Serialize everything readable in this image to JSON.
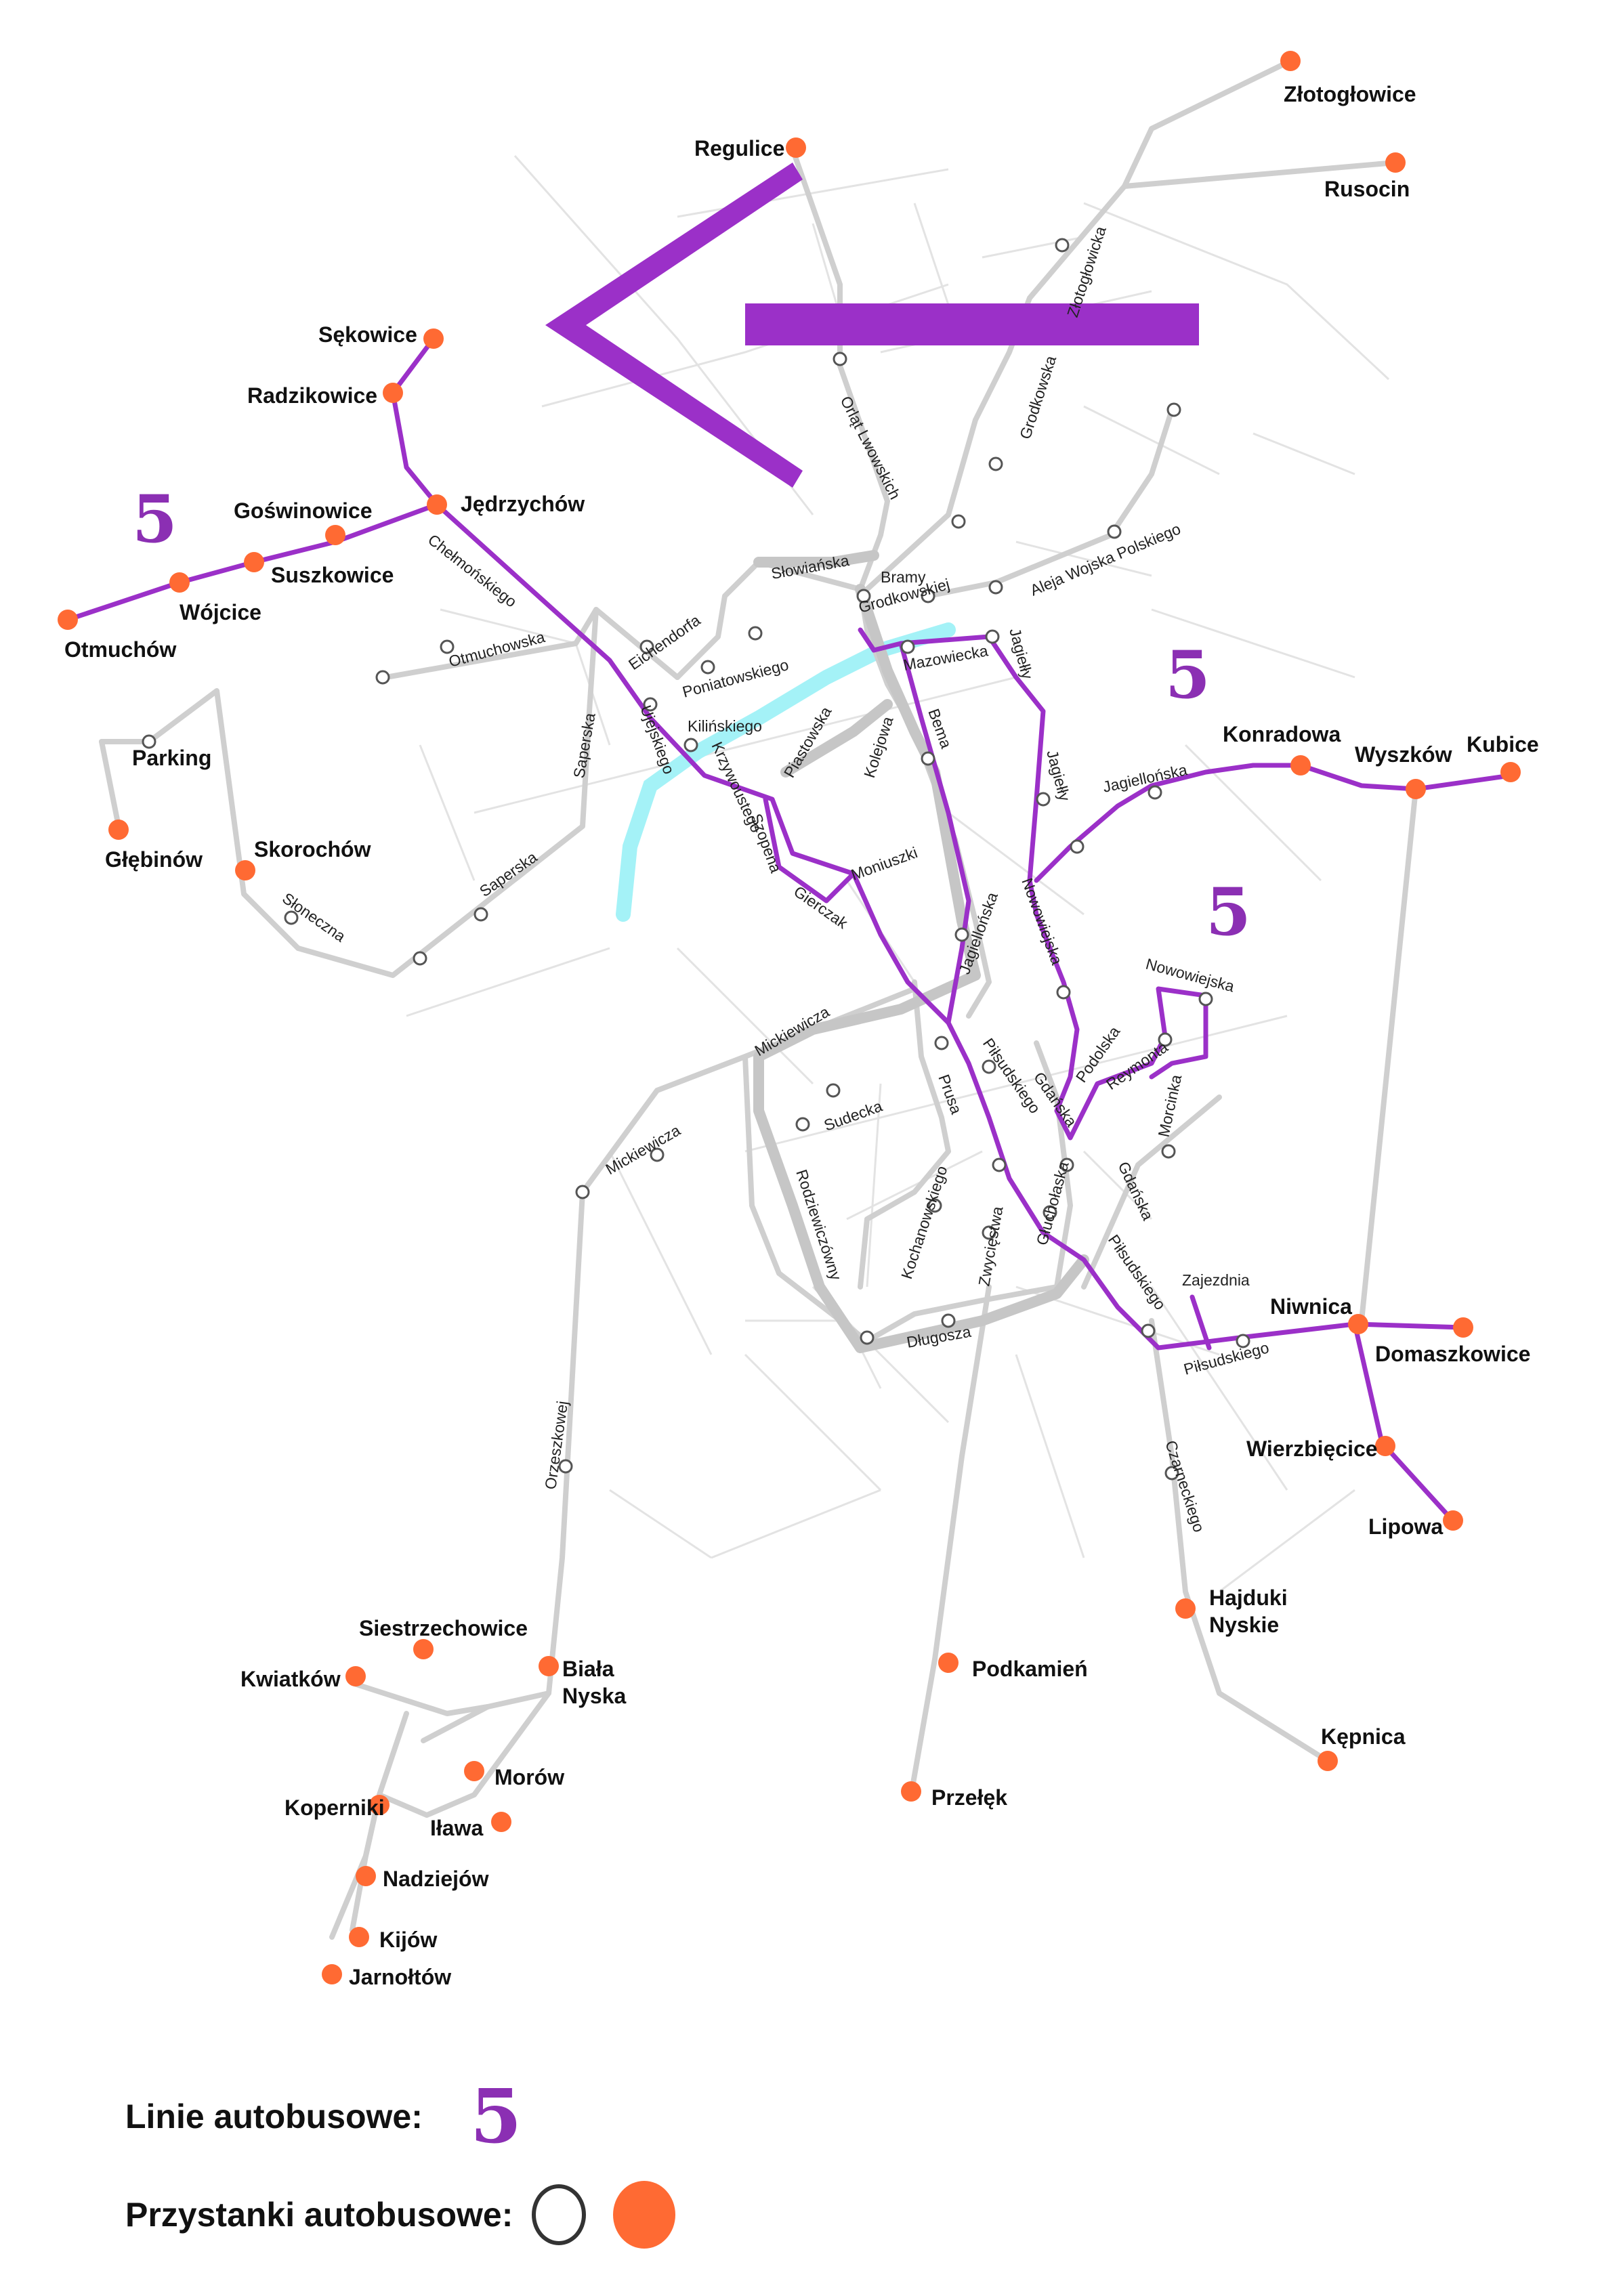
{
  "map": {
    "line_number": "5",
    "colors": {
      "route": "#9b30c8",
      "road": "#cfcfcf",
      "main_road": "#c8c8c8",
      "minor": "#e6e6e6",
      "river": "#9ef0f5",
      "terminal_stop": "#ff6a33",
      "stop_outline": "#444444"
    },
    "terminal_stops": {
      "zlotoglowice": "Złotogłowice",
      "rusocin": "Rusocin",
      "regulice": "Regulice",
      "sekowice": "Sękowice",
      "radzikowice": "Radzikowice",
      "jedrzychow": "Jędrzychów",
      "goswinowice": "Goświnowice",
      "suszkowice": "Suszkowice",
      "wojcice": "Wójcice",
      "otmuchow": "Otmuchów",
      "parking": "Parking",
      "glebinow": "Głębinów",
      "skorochow": "Skorochów",
      "konradowa": "Konradowa",
      "wyszkow": "Wyszków",
      "kubice": "Kubice",
      "niwnica": "Niwnica",
      "domaszkowice": "Domaszkowice",
      "wierzbiecice": "Wierzbięcice",
      "lipowa": "Lipowa",
      "hajduki_1": "Hajduki",
      "hajduki_2": "Nyskie",
      "kepnica": "Kępnica",
      "podkamien": "Podkamień",
      "przelek": "Przełęk",
      "siestrzechowice": "Siestrzechowice",
      "kwiatkow": "Kwiatków",
      "biala_1": "Biała",
      "biala_2": "Nyska",
      "morow": "Morów",
      "koperniki": "Koperniki",
      "ilawa": "Iława",
      "nadziejow": "Nadziejów",
      "kijow": "Kijów",
      "jarnoltow": "Jarnołtów"
    },
    "streets": {
      "zlotoglowicka": "Złotogłowicka",
      "grodkowska": "Grodkowska",
      "orlat": "Orląt Lwowskich",
      "aleja": "Aleja Wojska Polskiego",
      "bramy1": "Bramy",
      "bramy2": "Grodkowskiej",
      "slowianska": "Słowiańska",
      "chelmonskiego": "Chełmońskiego",
      "otmuchowska": "Otmuchowska",
      "eichendorfa": "Eichendorfa",
      "poniatowskiego": "Poniatowskiego",
      "mazowiecka": "Mazowiecka",
      "jagielly1": "Jagiełły",
      "jagielly2": "Jagiełły",
      "jagiellonska_e": "Jagiellońska",
      "jagiellonska_c": "Jagiellońska",
      "kilinskiego": "Kilińskiego",
      "ujejskiego": "Ujejskiego",
      "krzywoustego": "Krzywoustego",
      "piastowska": "Piastowska",
      "kolejowa": "Kolejowa",
      "bema": "Bema",
      "szopena": "Szopena",
      "gierczak": "Gierczak",
      "moniuszki": "Moniuszki",
      "saperska1": "Saperska",
      "saperska2": "Saperska",
      "sloneczna": "Słoneczna",
      "nowowiejska1": "Nowowiejska",
      "nowowiejska2": "Nowowiejska",
      "podolska": "Podolska",
      "reymonta": "Reymonta",
      "morcinka": "Morcinka",
      "mickiewicza1": "Mickiewicza",
      "mickiewicza2": "Mickiewicza",
      "sudecka": "Sudecka",
      "prusa": "Prusa",
      "pilsudskiego1": "Piłsudskiego",
      "gdanska1": "Gdańska",
      "gdanska2": "Gdańska",
      "rodziewiczowny": "Rodziewiczówny",
      "kochanowskiego": "Kochanowskiego",
      "zwyciestwa": "Zwycięstwa",
      "glucholaska": "Głuchołaska",
      "pilsudskiego2": "Piłsudskiego",
      "zajezdnia": "Zajezdnia",
      "pilsudskiego3": "Piłsudskiego",
      "dlugosza": "Długosza",
      "orzeszkowej": "Orzeszkowej",
      "czarneckiego": "Czarneckiego"
    }
  },
  "legend": {
    "bus_lines_label": "Linie autobusowe:",
    "bus_lines_number": "5",
    "bus_stops_label": "Przystanki autobusowe:"
  }
}
